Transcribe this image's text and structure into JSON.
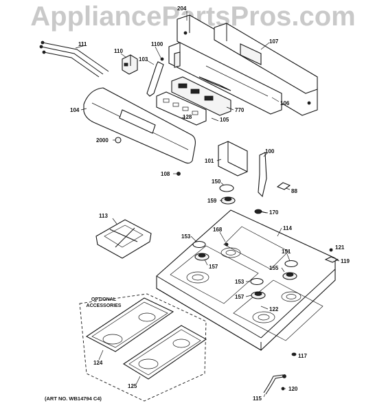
{
  "watermark": "AppliancePartsPros.com",
  "art_number": "(ART NO. WB14794 C4)",
  "optional_accessories": [
    "OPTIONAL",
    "ACCESSORIES"
  ],
  "labels": {
    "p204": "204",
    "p107": "107",
    "p111": "111",
    "p110": "110",
    "p1100": "1100",
    "p103": "103",
    "p104": "104",
    "p106": "106",
    "p770": "770",
    "p128": "128",
    "p105": "105",
    "p2000": "2000",
    "p101": "101",
    "p100": "100",
    "p108": "108",
    "p150": "150",
    "p88": "88",
    "p159": "159",
    "p170": "170",
    "p113": "113",
    "p114": "114",
    "p168": "168",
    "p153a": "153",
    "p157a": "157",
    "p151": "151",
    "p121": "121",
    "p119": "119",
    "p155": "155",
    "p153b": "153",
    "p157b": "157",
    "p122": "122",
    "p124": "124",
    "p125": "125",
    "p117": "117",
    "p120": "120",
    "p115": "115"
  }
}
